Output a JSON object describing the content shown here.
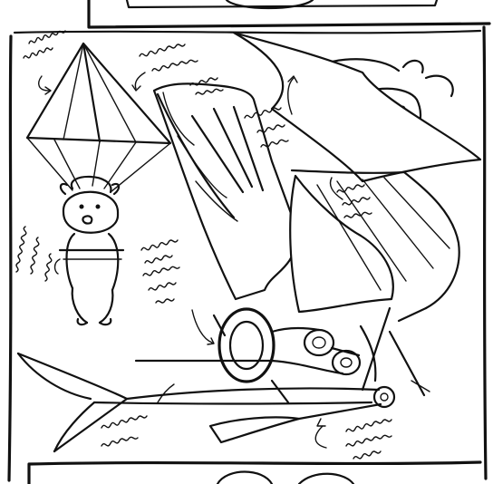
{
  "sketch": {
    "ink_color": "#111111",
    "paper_color": "#ffffff",
    "annotations": [
      {
        "id": "top-left-note",
        "lines": []
      },
      {
        "id": "top-center-note",
        "lines": []
      },
      {
        "id": "right-wing-note",
        "lines": []
      },
      {
        "id": "mid-right-note",
        "lines": []
      },
      {
        "id": "center-note",
        "lines": []
      },
      {
        "id": "left-vertical-note",
        "lines": []
      },
      {
        "id": "bottom-left-note",
        "lines": []
      },
      {
        "id": "bottom-right-note",
        "lines": []
      }
    ]
  }
}
